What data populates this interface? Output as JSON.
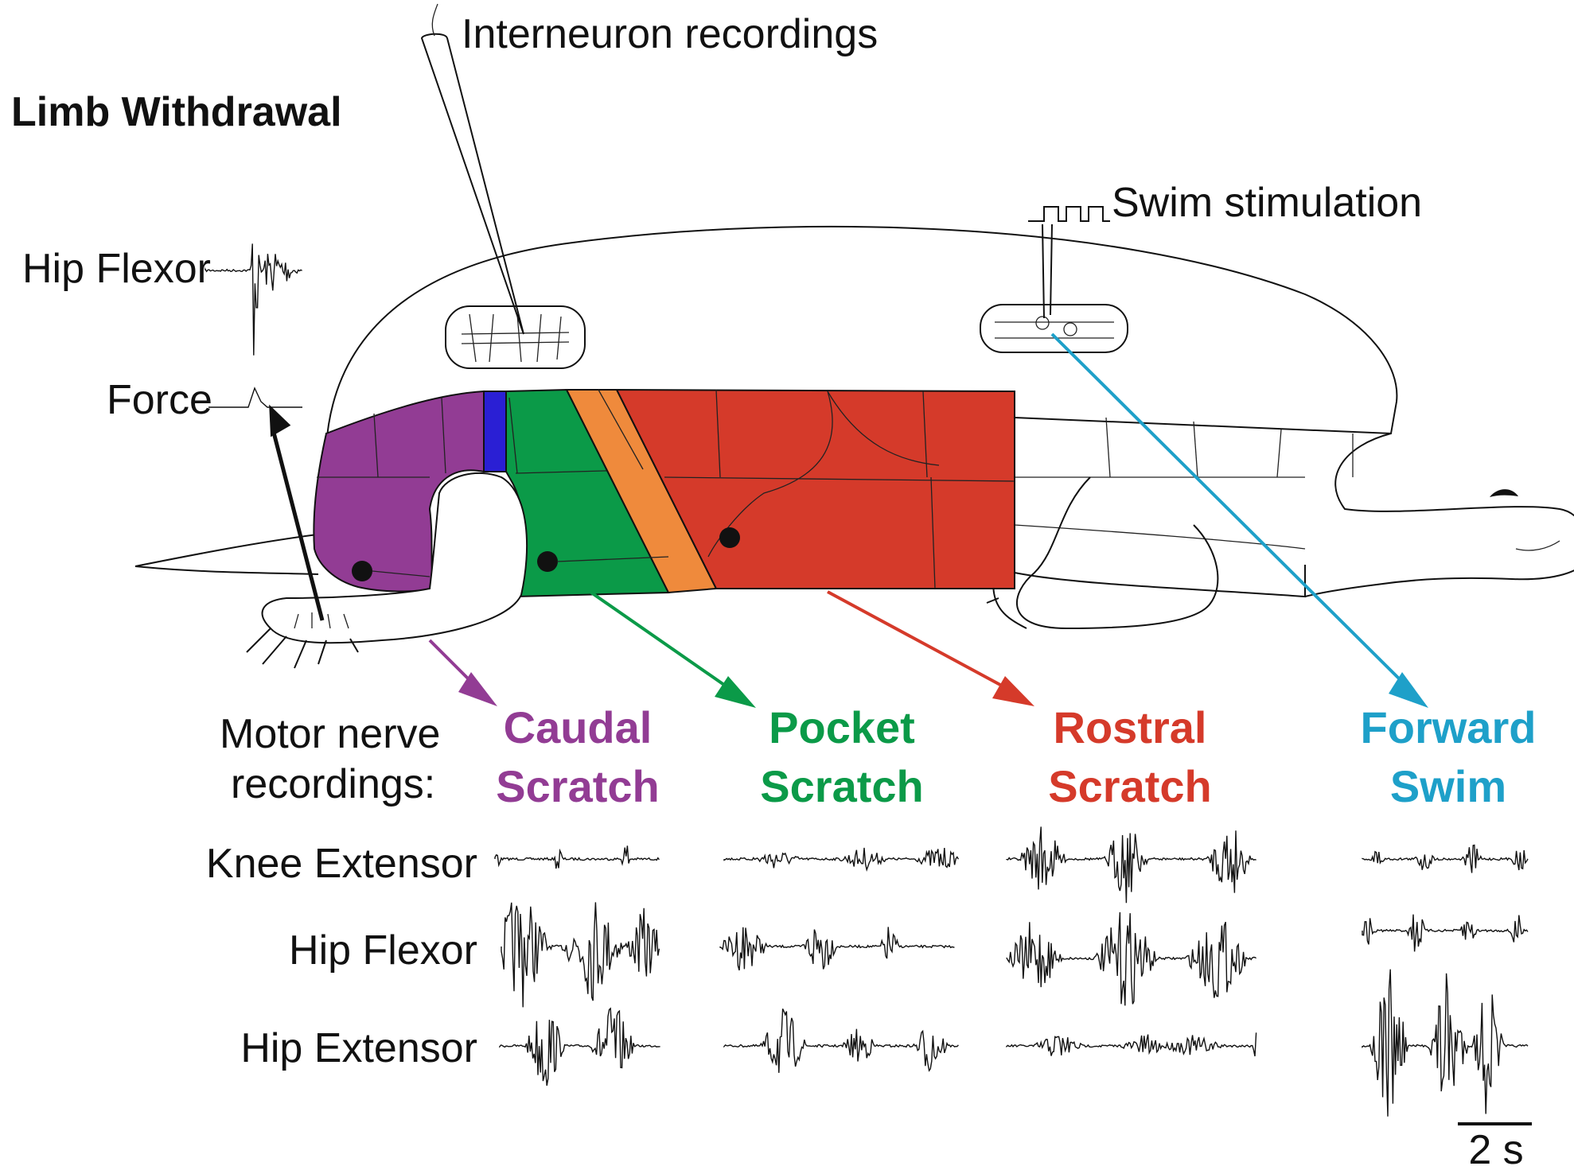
{
  "labels": {
    "limb_withdrawal": "Limb Withdrawal",
    "hip_flexor_top": "Hip Flexor",
    "force": "Force",
    "interneuron": "Interneuron recordings",
    "swim_stim": "Swim stimulation",
    "motor_nerve_1": "Motor nerve",
    "motor_nerve_2": "recordings:",
    "row_knee_extensor": "Knee Extensor",
    "row_hip_flexor": "Hip Flexor",
    "row_hip_extensor": "Hip Extensor",
    "scale_bar": "2 s"
  },
  "behaviors": [
    {
      "line1": "Caudal",
      "line2": "Scratch",
      "color": "#923c94"
    },
    {
      "line1": "Pocket",
      "line2": "Scratch",
      "color": "#0b9a48"
    },
    {
      "line1": "Rostral",
      "line2": "Scratch",
      "color": "#d53a2a"
    },
    {
      "line1": "Forward",
      "line2": "Swim",
      "color": "#1ea0c9"
    }
  ],
  "colors": {
    "caudal": "#923c94",
    "blue_segment": "#2a1fd4",
    "pocket": "#0b9a48",
    "orange": "#ef8a3c",
    "rostral": "#d53a2a",
    "swim": "#1ea0c9"
  }
}
